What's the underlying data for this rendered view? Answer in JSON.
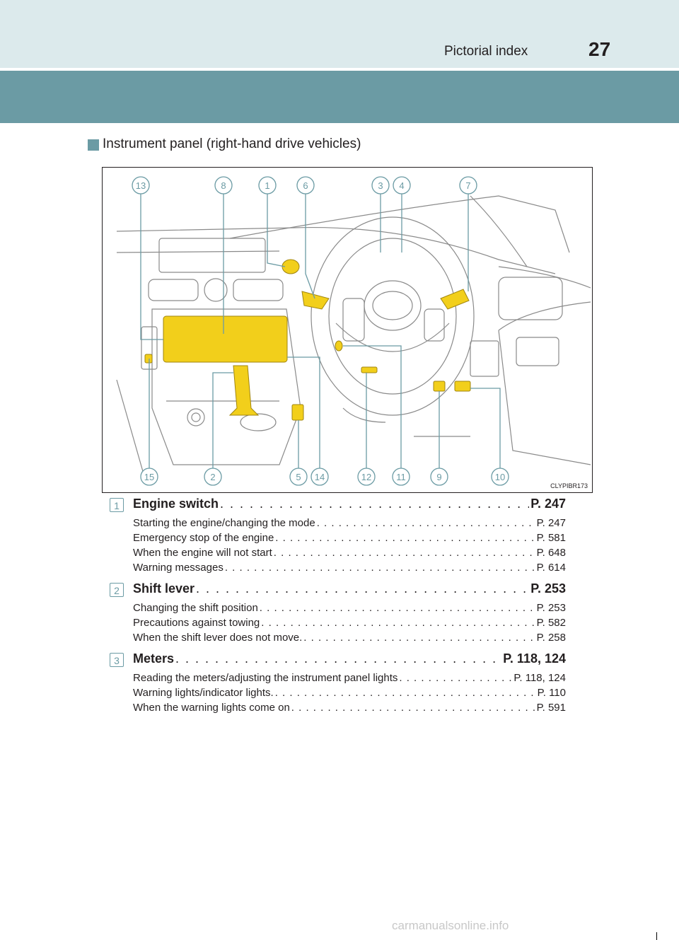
{
  "header": {
    "title": "Pictorial index",
    "page_number": "27",
    "band_color": "#6b9ba4"
  },
  "section": {
    "title": "Instrument panel (right-hand drive vehicles)"
  },
  "figure": {
    "code": "CLYPIBR173",
    "highlight_color": "#f2cf1b",
    "top_callouts": [
      "13",
      "8",
      "1",
      "6",
      "3",
      "4",
      "7"
    ],
    "bottom_callouts": [
      "15",
      "2",
      "5",
      "14",
      "12",
      "11",
      "9",
      "10"
    ]
  },
  "items": [
    {
      "number": "1",
      "label": "Engine switch",
      "ref": "P. 247",
      "subs": [
        {
          "label": "Starting the engine/changing the mode",
          "ref": "P. 247"
        },
        {
          "label": "Emergency stop of the engine",
          "ref": "P. 581"
        },
        {
          "label": "When the engine will not start",
          "ref": "P. 648"
        },
        {
          "label": "Warning messages",
          "ref": "P. 614"
        }
      ]
    },
    {
      "number": "2",
      "label": "Shift lever",
      "ref": "P. 253",
      "subs": [
        {
          "label": "Changing the shift position",
          "ref": "P. 253"
        },
        {
          "label": "Precautions against towing",
          "ref": "P. 582"
        },
        {
          "label": "When the shift lever does not move.",
          "ref": "P. 258"
        }
      ]
    },
    {
      "number": "3",
      "label": "Meters",
      "ref": "P. 118, 124",
      "subs": [
        {
          "label": "Reading the meters/adjusting the instrument panel lights",
          "ref": "P. 118, 124"
        },
        {
          "label": "Warning lights/indicator lights.",
          "ref": "P. 110"
        },
        {
          "label": "When the warning lights come on",
          "ref": "P. 591"
        }
      ]
    }
  ],
  "watermark": "carmanualsonline.info"
}
